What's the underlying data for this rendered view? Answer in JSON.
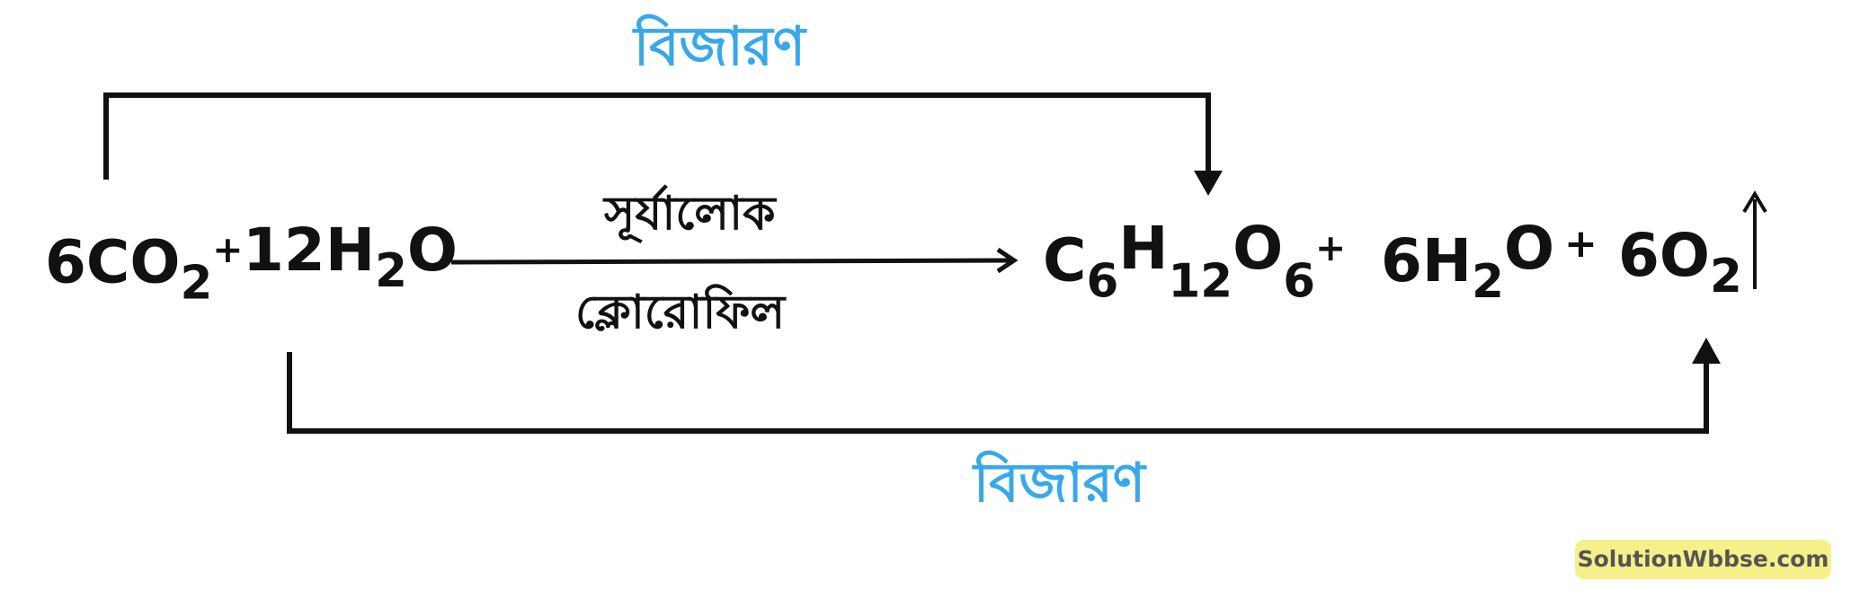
{
  "labels": {
    "top_process": "বিজারণ",
    "bottom_process": "বিজারণ",
    "condition_above_arrow": "সূর্যালোক",
    "condition_below_arrow": "ক্লোরোফিল"
  },
  "reactants": {
    "term1_coef": "6CO",
    "term1_sub": "2",
    "plus1": "+",
    "term2_coef": "12H",
    "term2_sub": "2",
    "term2_tail": "O"
  },
  "products": {
    "glucose_c": "C",
    "glucose_c_sub": "6",
    "glucose_h": "H",
    "glucose_h_sub": "12",
    "glucose_o": "O",
    "glucose_o_sub": "6",
    "plus1": "+",
    "water_coef": "6H",
    "water_sub": "2",
    "water_tail": "O",
    "plus2": "+",
    "oxygen_coef": "6O",
    "oxygen_sub": "2"
  },
  "watermark": "SolutionWbbse.com",
  "colors": {
    "label_blue": "#3AA8E8",
    "text_black": "#111111",
    "watermark_bg": "#F6F08A",
    "watermark_text": "#555555"
  }
}
